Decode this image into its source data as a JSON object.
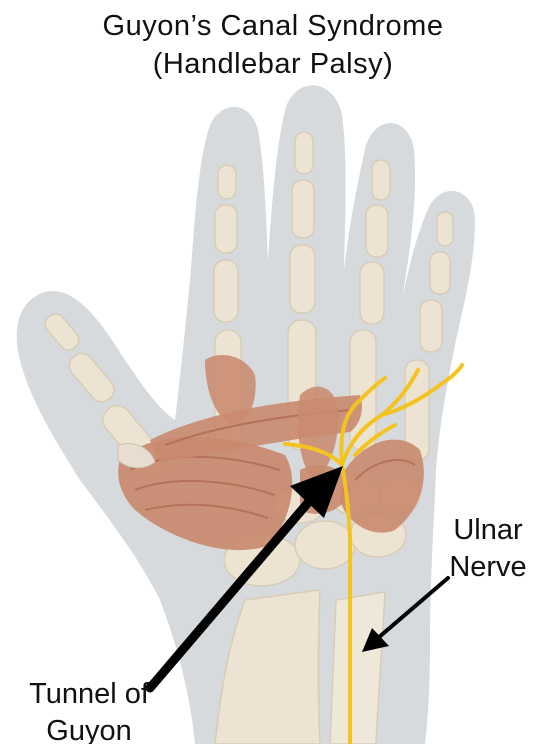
{
  "title": {
    "line1": "Guyon’s Canal Syndrome",
    "line2": "(Handlebar Palsy)"
  },
  "labels": {
    "ulnar_nerve_line1": "Ulnar",
    "ulnar_nerve_line2": "Nerve",
    "tunnel_line1": "Tunnel of",
    "tunnel_line2": "Guyon"
  },
  "colors": {
    "skin_outline": "#cfd3d6",
    "bone": "#ece3d2",
    "bone_edge": "#d8ccb6",
    "muscle": "#c98a6e",
    "muscle_dark": "#b4725a",
    "nerve": "#f3c421",
    "arrow": "#000000"
  }
}
